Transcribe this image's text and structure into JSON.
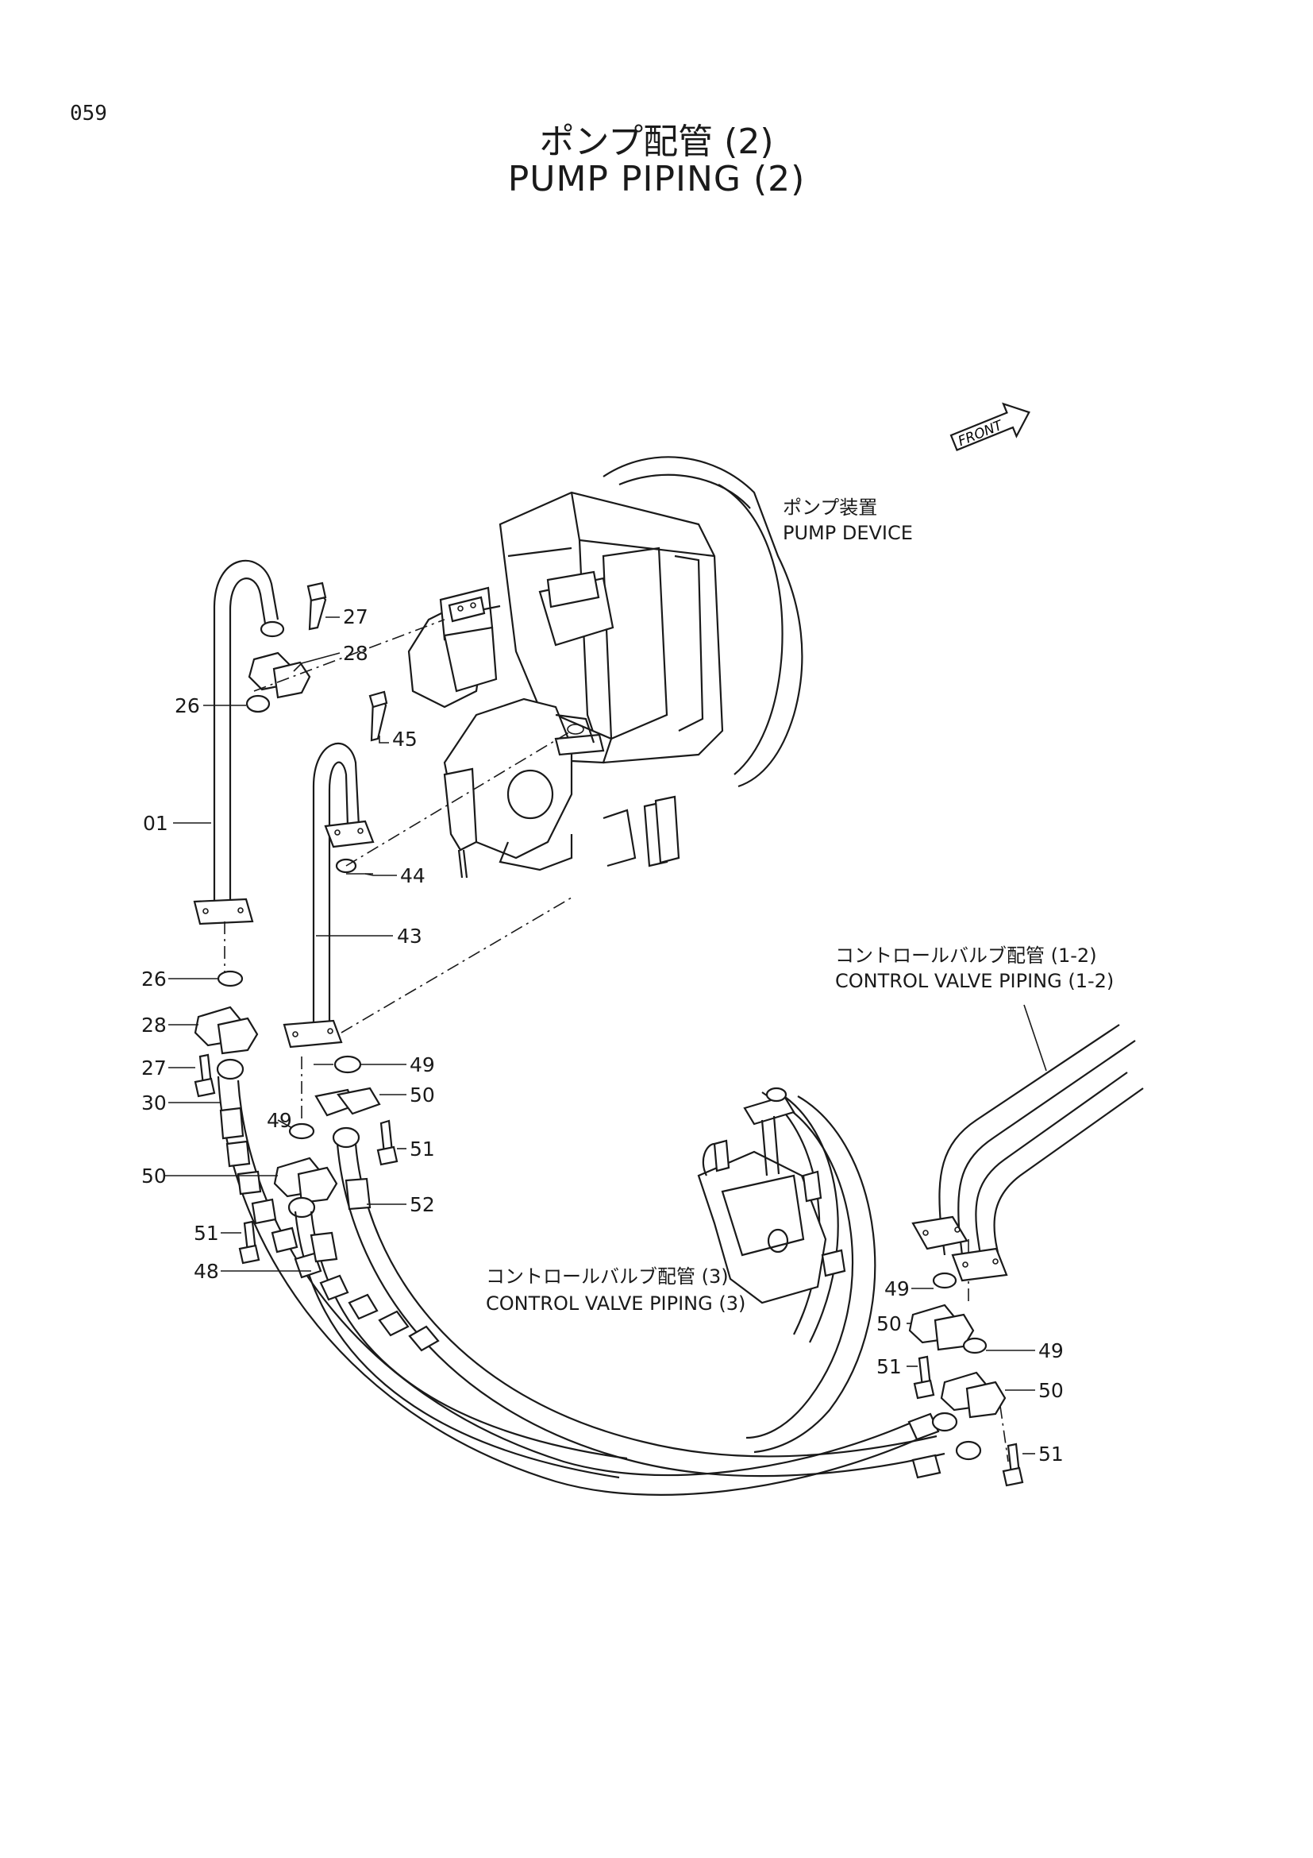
{
  "page_number": "059",
  "title_ja": "ポンプ配管 (2)",
  "title_en": "PUMP PIPING (2)",
  "front_label": "FRONT",
  "captions": {
    "pump_device_ja": "ポンプ装置",
    "pump_device_en": "PUMP DEVICE",
    "cv_piping_12_ja": "コントロールバルブ配管 (1-2)",
    "cv_piping_12_en": "CONTROL VALVE PIPING (1-2)",
    "cv_piping_3_ja": "コントロールバルブ配管 (3)",
    "cv_piping_3_en": "CONTROL VALVE PIPING (3)"
  },
  "callouts": {
    "c27a": "27",
    "c28a": "28",
    "c26a": "26",
    "c45": "45",
    "c01": "01",
    "c44": "44",
    "c43": "43",
    "c26b": "26",
    "c28b": "28",
    "c27b": "27",
    "c49a": "49",
    "c30": "30",
    "c50a": "50",
    "c49b": "49",
    "c51a": "51",
    "c50b": "50",
    "c52": "52",
    "c51b": "51",
    "c48": "48",
    "c49c": "49",
    "c50c": "50",
    "c49d": "49",
    "c51c": "51",
    "c50d": "50",
    "c51d": "51"
  }
}
